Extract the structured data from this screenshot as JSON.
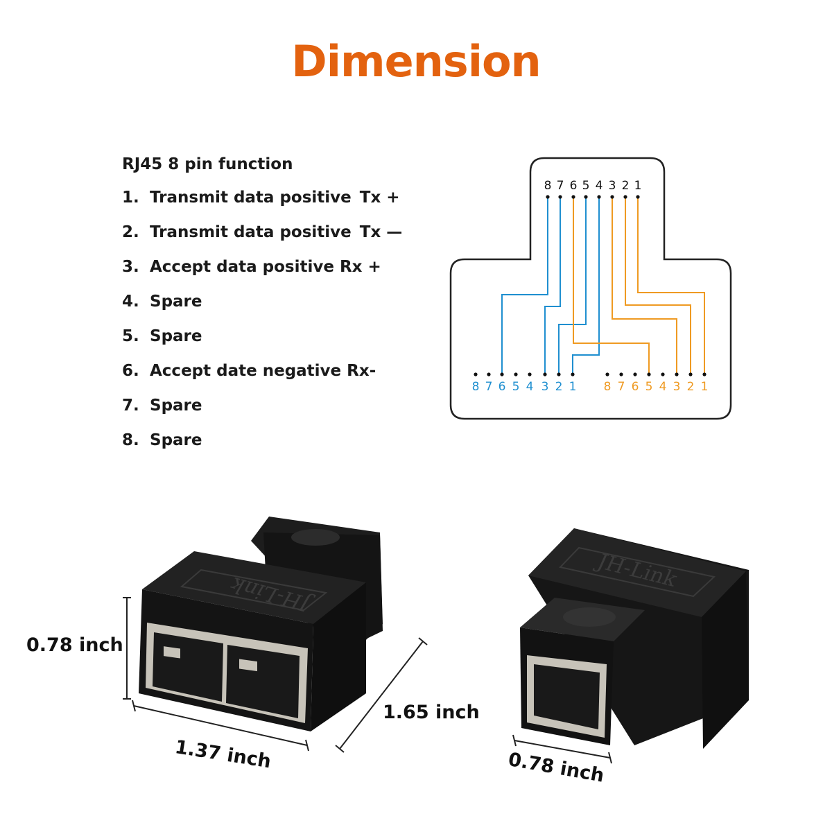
{
  "title": "Dimension",
  "colors": {
    "title": "#e3620f",
    "wire_blue": "#1f8fd0",
    "wire_orange": "#ef9a22",
    "outline": "#222222",
    "connector_body": "#161616",
    "port_metal": "#cfcbc2"
  },
  "pin_function": {
    "heading": "RJ45 8 pin function",
    "items": [
      {
        "num": "1.",
        "text": "Transmit data positive",
        "symbol": "Tx +"
      },
      {
        "num": "2.",
        "text": "Transmit data positive",
        "symbol": "Tx —"
      },
      {
        "num": "3.",
        "text": "Accept data positive Rx +",
        "symbol": ""
      },
      {
        "num": "4.",
        "text": "Spare",
        "symbol": ""
      },
      {
        "num": "5.",
        "text": "Spare",
        "symbol": ""
      },
      {
        "num": "6.",
        "text": "Accept date negative Rx-",
        "symbol": ""
      },
      {
        "num": "7.",
        "text": "Spare",
        "symbol": ""
      },
      {
        "num": "8.",
        "text": "Spare",
        "symbol": ""
      }
    ]
  },
  "wiring": {
    "top_pins": [
      "8",
      "7",
      "6",
      "5",
      "4",
      "3",
      "2",
      "1"
    ],
    "left_pins": [
      "8",
      "7",
      "6",
      "5",
      "4",
      "3",
      "2",
      "1"
    ],
    "right_pins": [
      "8",
      "7",
      "6",
      "5",
      "4",
      "3",
      "2",
      "1"
    ]
  },
  "connectors": {
    "brand": "JH-Link",
    "dimensions": {
      "height": "0.78 inch",
      "width": "1.37 inch",
      "depth": "1.65 inch",
      "side_width": "0.78 inch"
    }
  }
}
